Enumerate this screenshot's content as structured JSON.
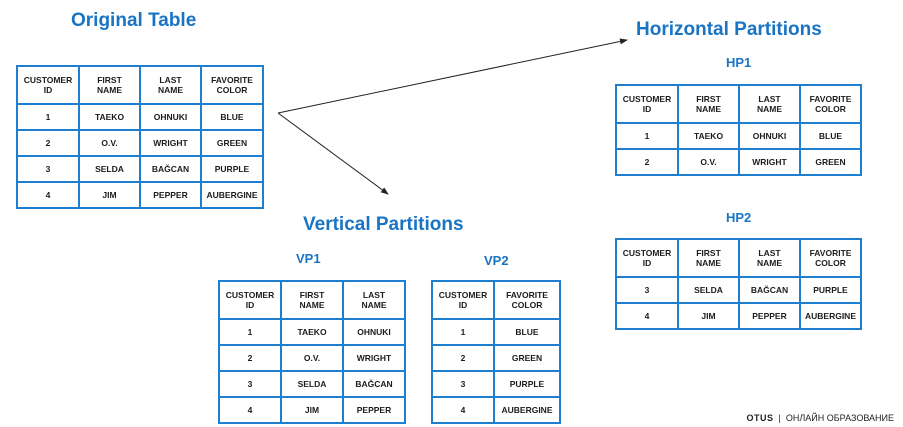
{
  "headings": {
    "original": "Original Table",
    "horizontal": "Horizontal Partitions",
    "vertical": "Vertical Partitions",
    "hp1": "HP1",
    "hp2": "HP2",
    "vp1": "VP1",
    "vp2": "VP2"
  },
  "columns": {
    "customer_id": [
      "CUSTOMER",
      "ID"
    ],
    "first_name": [
      "FIRST",
      "NAME"
    ],
    "last_name": [
      "LAST",
      "NAME"
    ],
    "favorite_color": [
      "FAVORITE",
      "COLOR"
    ]
  },
  "tables": {
    "original": [
      [
        "1",
        "TAEKO",
        "OHNUKI",
        "BLUE"
      ],
      [
        "2",
        "O.V.",
        "WRIGHT",
        "GREEN"
      ],
      [
        "3",
        "SELDA",
        "BAĞCAN",
        "PURPLE"
      ],
      [
        "4",
        "JIM",
        "PEPPER",
        "AUBERGINE"
      ]
    ],
    "hp1": [
      [
        "1",
        "TAEKO",
        "OHNUKI",
        "BLUE"
      ],
      [
        "2",
        "O.V.",
        "WRIGHT",
        "GREEN"
      ]
    ],
    "hp2": [
      [
        "3",
        "SELDA",
        "BAĞCAN",
        "PURPLE"
      ],
      [
        "4",
        "JIM",
        "PEPPER",
        "AUBERGINE"
      ]
    ],
    "vp1": [
      [
        "1",
        "TAEKO",
        "OHNUKI"
      ],
      [
        "2",
        "O.V.",
        "WRIGHT"
      ],
      [
        "3",
        "SELDA",
        "BAĞCAN"
      ],
      [
        "4",
        "JIM",
        "PEPPER"
      ]
    ],
    "vp2": [
      [
        "1",
        "BLUE"
      ],
      [
        "2",
        "GREEN"
      ],
      [
        "3",
        "PURPLE"
      ],
      [
        "4",
        "AUBERGINE"
      ]
    ]
  },
  "footer": {
    "brand": "OTUS",
    "separator": "|",
    "tagline": "ОНЛАЙН ОБРАЗОВАНИЕ"
  },
  "colors": {
    "heading": "#1a74c4",
    "border": "#1e7fd0",
    "arrow": "#222222"
  }
}
